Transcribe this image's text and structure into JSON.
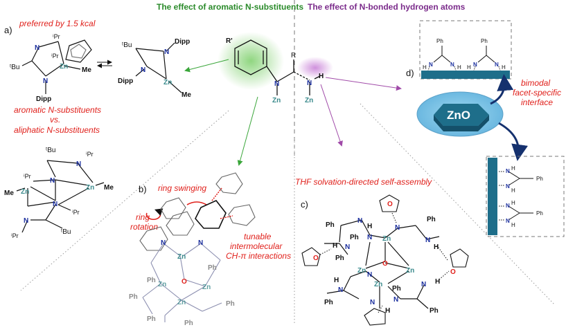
{
  "headings": {
    "left": "The effect of aromatic N-substituents",
    "right": "The effect of N-bonded hydrogen atoms"
  },
  "panel_labels": {
    "a": "a)",
    "b": "b)",
    "c": "c)",
    "d": "d)"
  },
  "annotations": {
    "preferred": "preferred by 1.5 kcal",
    "aromatic": "aromatic N-substituents",
    "vs": "vs.",
    "aliphatic": "aliphatic N-substituents",
    "ring_swinging": "ring swinging",
    "ring_rotation_1": "ring",
    "ring_rotation_2": "rotation",
    "tunable_1": "tunable",
    "tunable_2": "intermolecular",
    "tunable_3": "CH-π interactions",
    "thf": "THF solvation-directed self-assembly",
    "bimodal_1": "bimodal",
    "bimodal_2": "facet-specific",
    "bimodal_3": "interface"
  },
  "nanocrystal": {
    "label": "ZnO"
  },
  "atoms": {
    "N": "N",
    "Zn": "Zn",
    "O": "O",
    "H": "H",
    "Me": "Me",
    "Dipp": "Dipp",
    "tBu": "ᵗBu",
    "iPr": "ⁱPr",
    "Ph": "Ph",
    "R": "R",
    "Rprime": "R'"
  },
  "colors": {
    "heading_green": "#2a8a2a",
    "heading_purple": "#7a2a8a",
    "annotation_red": "#e0201b",
    "nitrogen_blue": "#1b2f9e",
    "zinc_teal": "#3a8a8c",
    "zno_blue": "#1e6e8a",
    "arrow_navy": "#15316e"
  }
}
